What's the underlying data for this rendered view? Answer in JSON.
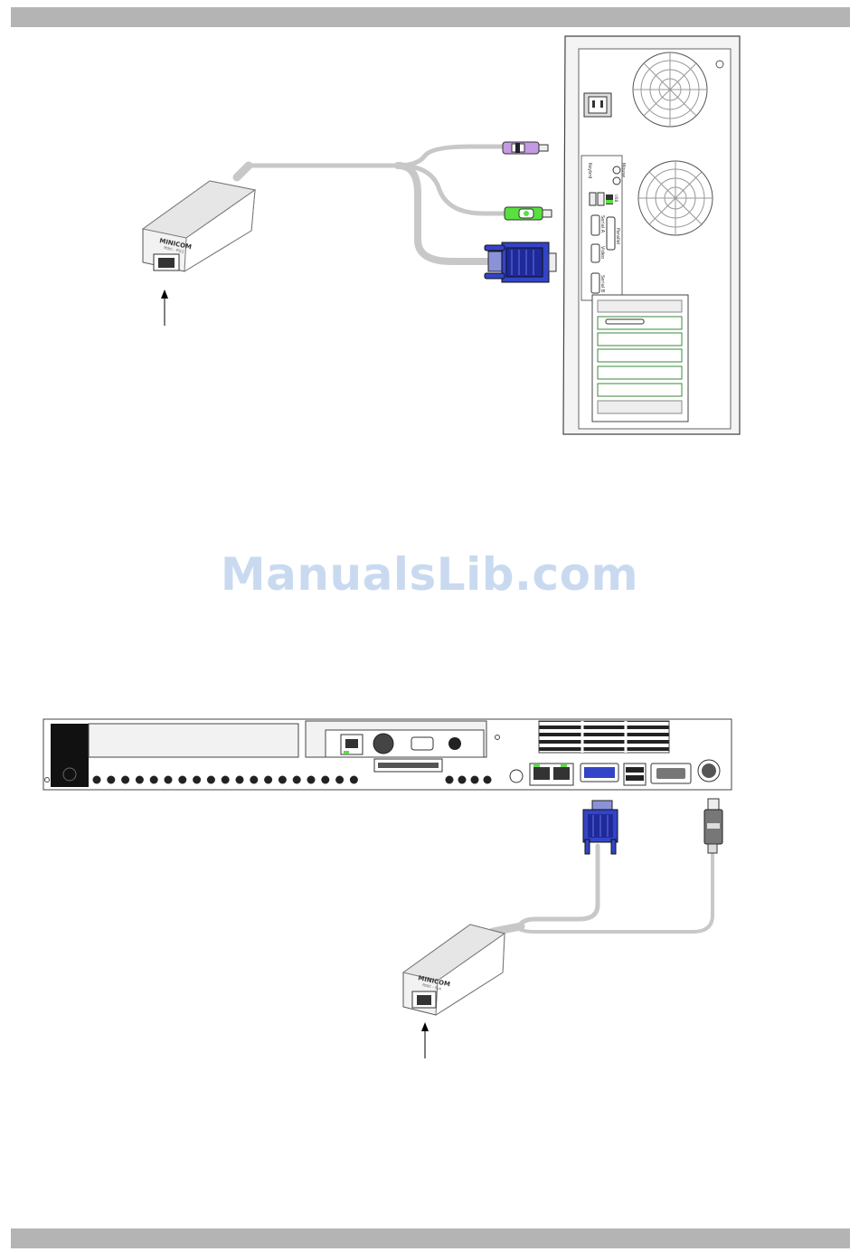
{
  "watermark": {
    "text": "ManualsLib.com"
  },
  "pc": {
    "port_labels": {
      "mouse": "Mouse",
      "keyboard": "Keybrd",
      "usb": "USB",
      "serial_a": "Serial A",
      "parallel": "Parallel",
      "video": "Video",
      "serial_b": "Serial B"
    }
  },
  "rics": [
    {
      "brand": "MINICOM",
      "model": "ROIC - PS/2"
    },
    {
      "brand": "MINICOM",
      "model": "ROIC - Sun"
    }
  ],
  "colors": {
    "ps2_mouse": "#c49ae0",
    "ps2_keyboard": "#58e040",
    "vga": "#3344c8",
    "cable": "#c8c8c8"
  }
}
